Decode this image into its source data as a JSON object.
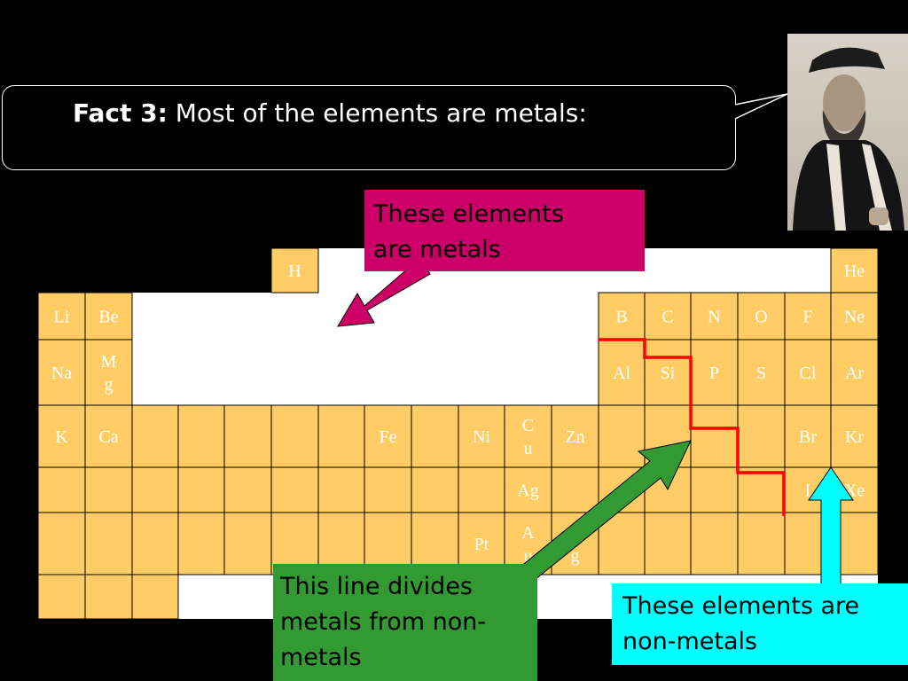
{
  "bubble": {
    "title_bold": "Fact 3:",
    "title_rest": " Most of the elements are metals:"
  },
  "callouts": {
    "metals": "These elements\nare metals",
    "divider": "This line divides\nmetals from non-\nmetals",
    "nonmetals": "These elements are\nnon-metals"
  },
  "colors": {
    "metal_cell": "#ffcc66",
    "blank_cell": "#ffffff",
    "divider_line": "#ff0000",
    "metals_callout": "#cc0066",
    "divider_callout": "#339933",
    "nonmetals_callout": "#00ffff",
    "metals_arrow": "#cc0066",
    "divider_arrow": "#339933",
    "nonmetals_arrow": "#00ffff"
  },
  "periodic_table": {
    "elements": [
      {
        "symbol": "H",
        "period": 1,
        "group": 6
      },
      {
        "symbol": "He",
        "period": 1,
        "group": 18
      },
      {
        "symbol": "Li",
        "period": 2,
        "group": 1
      },
      {
        "symbol": "Be",
        "period": 2,
        "group": 2
      },
      {
        "symbol": "B",
        "period": 2,
        "group": 13
      },
      {
        "symbol": "C",
        "period": 2,
        "group": 14
      },
      {
        "symbol": "N",
        "period": 2,
        "group": 15
      },
      {
        "symbol": "O",
        "period": 2,
        "group": 16
      },
      {
        "symbol": "F",
        "period": 2,
        "group": 17
      },
      {
        "symbol": "Ne",
        "period": 2,
        "group": 18
      },
      {
        "symbol": "Na",
        "period": 3,
        "group": 1
      },
      {
        "symbol": "M\ng",
        "period": 3,
        "group": 2
      },
      {
        "symbol": "Al",
        "period": 3,
        "group": 13
      },
      {
        "symbol": "Si",
        "period": 3,
        "group": 14
      },
      {
        "symbol": "P",
        "period": 3,
        "group": 15
      },
      {
        "symbol": "S",
        "period": 3,
        "group": 16
      },
      {
        "symbol": "Cl",
        "period": 3,
        "group": 17
      },
      {
        "symbol": "Ar",
        "period": 3,
        "group": 18
      },
      {
        "symbol": "K",
        "period": 4,
        "group": 1
      },
      {
        "symbol": "Ca",
        "period": 4,
        "group": 2
      },
      {
        "symbol": "Fe",
        "period": 4,
        "group": 8
      },
      {
        "symbol": "Ni",
        "period": 4,
        "group": 10
      },
      {
        "symbol": "C\nu",
        "period": 4,
        "group": 11
      },
      {
        "symbol": "Zn",
        "period": 4,
        "group": 12
      },
      {
        "symbol": "Br",
        "period": 4,
        "group": 17
      },
      {
        "symbol": "Kr",
        "period": 4,
        "group": 18
      },
      {
        "symbol": "Ag",
        "period": 5,
        "group": 11
      },
      {
        "symbol": "I",
        "period": 5,
        "group": 17
      },
      {
        "symbol": "Xe",
        "period": 5,
        "group": 18
      },
      {
        "symbol": "Pt",
        "period": 6,
        "group": 10
      },
      {
        "symbol": "A\nu",
        "period": 6,
        "group": 11
      },
      {
        "symbol": "H\ng",
        "period": 6,
        "group": 12
      }
    ]
  }
}
